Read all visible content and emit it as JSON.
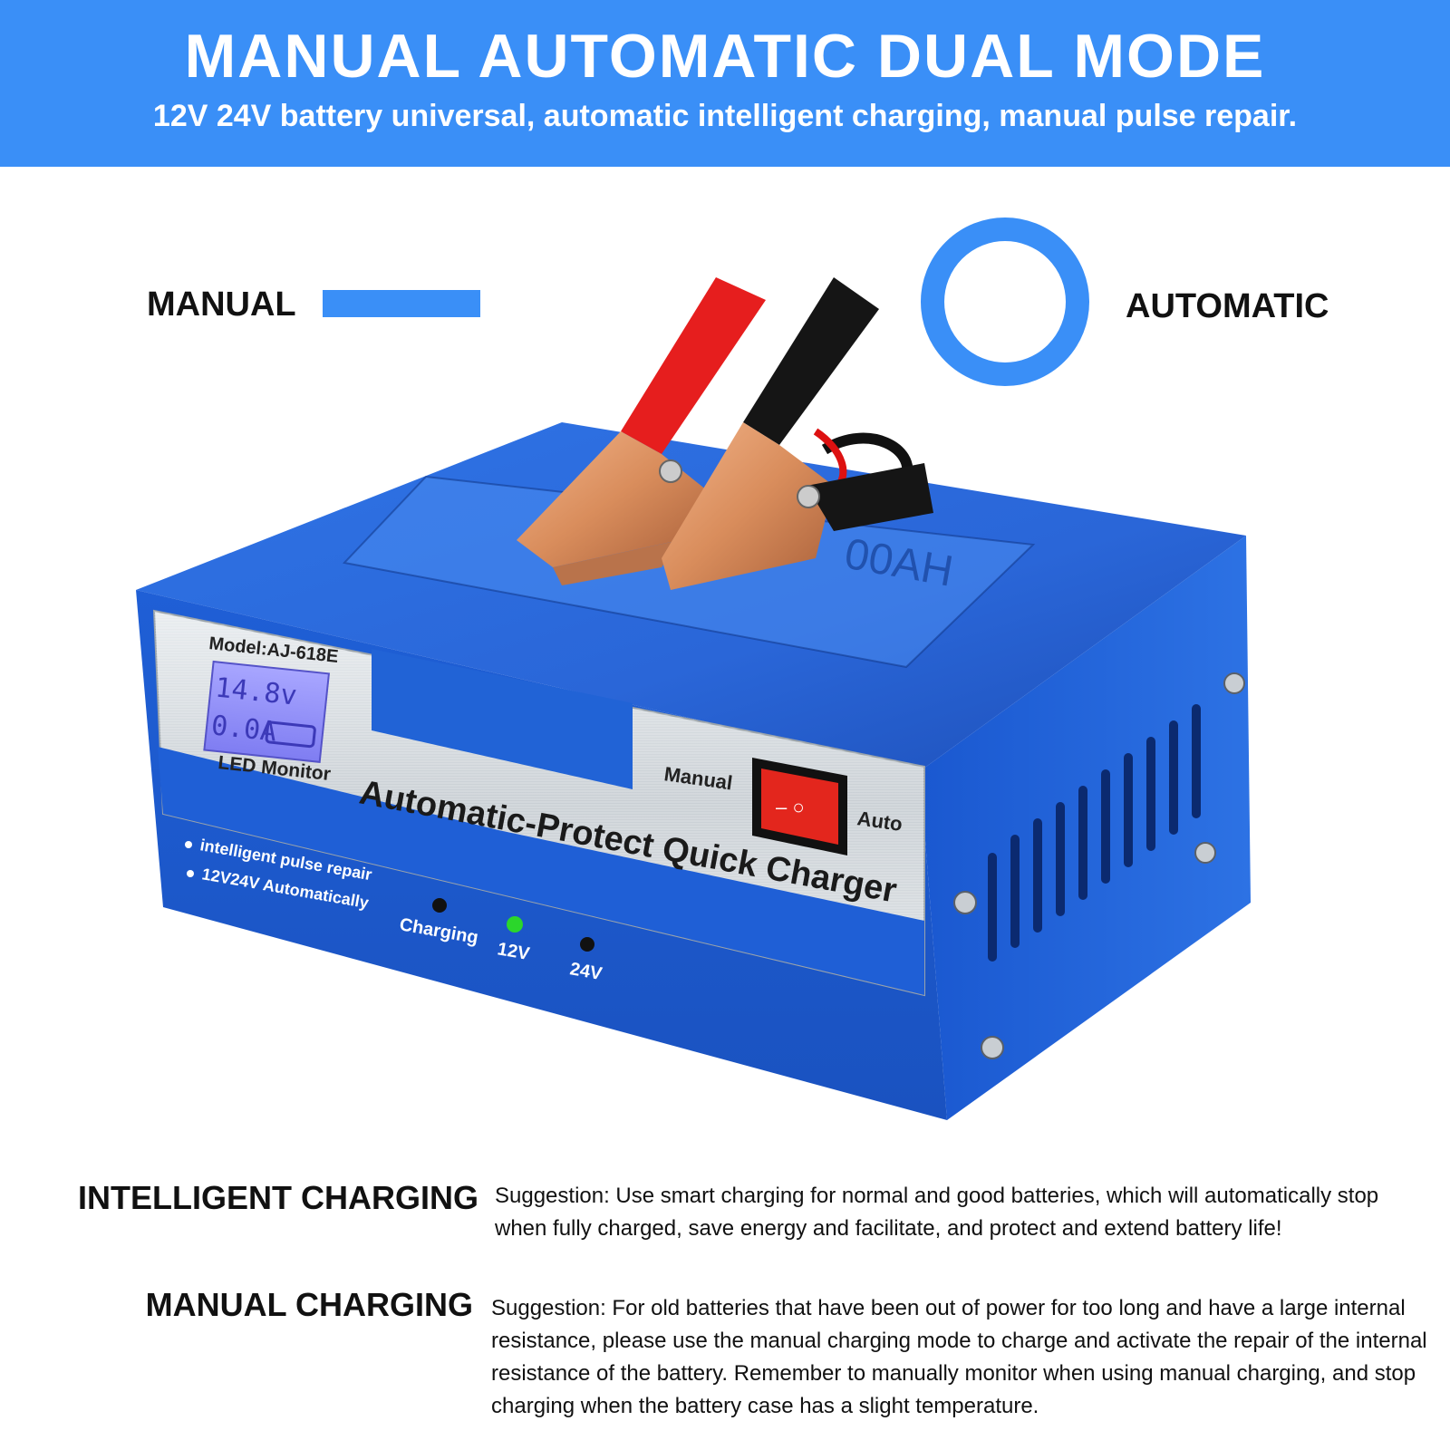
{
  "banner": {
    "title": "MANUAL AUTOMATIC DUAL MODE",
    "subtitle": "12V 24V battery universal, automatic intelligent charging, manual pulse repair."
  },
  "modes": {
    "manual_label": "MANUAL",
    "automatic_label": "AUTOMATIC"
  },
  "device": {
    "model": "Model:AJ-618E",
    "lcd_voltage": "14.8v",
    "lcd_current": "0.0A",
    "led_monitor": "LED Monitor",
    "product_name": "Automatic-Protect Quick Charger",
    "switch_left": "Manual",
    "switch_right": "Auto",
    "feature_1": "intelligent pulse repair",
    "feature_2": "12V24V Automatically",
    "indicator_charging": "Charging",
    "indicator_12v": "12V",
    "indicator_24v": "24V",
    "top_capacity": "00AH"
  },
  "features": [
    {
      "title": "INTELLIGENT CHARGING",
      "text": "Suggestion: Use smart charging for normal and good batteries, which will automatically stop when fully charged, save energy and facilitate, and protect and extend battery life!"
    },
    {
      "title": "MANUAL CHARGING",
      "text": "Suggestion: For old batteries that have been out of power for too long and have a large internal resistance, please use the manual charging mode to charge and activate the repair of the internal resistance of the battery. Remember to manually monitor when using manual charging, and stop charging when the battery case has a slight temperature."
    }
  ],
  "colors": {
    "brand_blue": "#3a8ff7",
    "device_blue": "#1f5fd6",
    "red_clamp": "#e61e1e",
    "black_clamp": "#151515",
    "copper": "#d98d5c",
    "led_green": "#2bd62b",
    "switch_red": "#e3261d"
  }
}
